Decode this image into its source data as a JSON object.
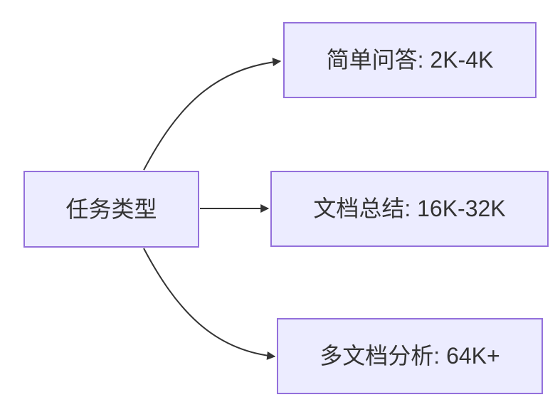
{
  "diagram": {
    "type": "flowchart",
    "direction": "left-to-right",
    "colors": {
      "background": "#FFFFFF",
      "node_fill": "#ECECFF",
      "node_border": "#9370DB",
      "arrow_color": "#333333",
      "text_color": "#333333"
    },
    "root": {
      "label": "任务类型"
    },
    "branches": [
      {
        "label": "简单问答: 2K-4K"
      },
      {
        "label": "文档总结: 16K-32K"
      },
      {
        "label": "多文档分析: 64K+"
      }
    ]
  }
}
